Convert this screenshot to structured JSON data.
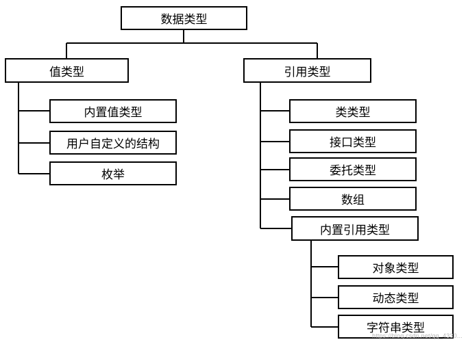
{
  "root": {
    "label": "数据类型"
  },
  "value_types": {
    "label": "值类型",
    "children": [
      "内置值类型",
      "用户自定义的结构",
      "枚举"
    ]
  },
  "reference_types": {
    "label": "引用类型",
    "children": [
      "类类型",
      "接口类型",
      "委托类型",
      "数组",
      "内置引用类型"
    ],
    "builtin_reference_children": [
      "对象类型",
      "动态类型",
      "字符串类型"
    ]
  },
  "watermark": "https://blog.csdn.net/qq_4330..."
}
